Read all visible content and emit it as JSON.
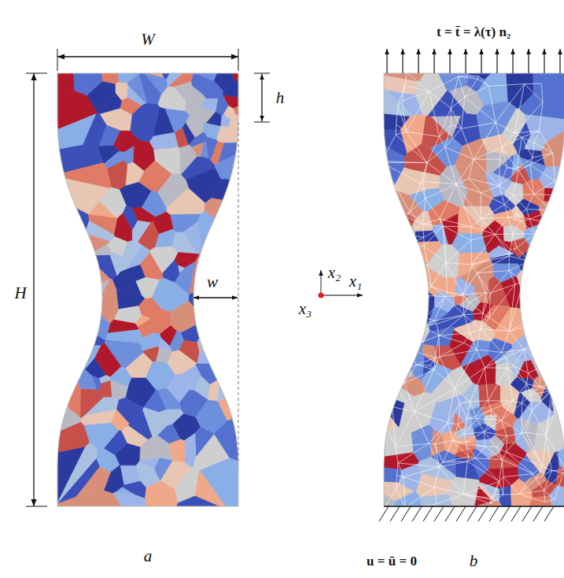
{
  "diagram": {
    "labels": [
      "W",
      "h",
      "H",
      "w",
      "x₂",
      "x₁",
      "x₃",
      "a",
      "t = t̄ = λ(τ) n₂",
      "u = ū = 0",
      "b"
    ]
  }
}
